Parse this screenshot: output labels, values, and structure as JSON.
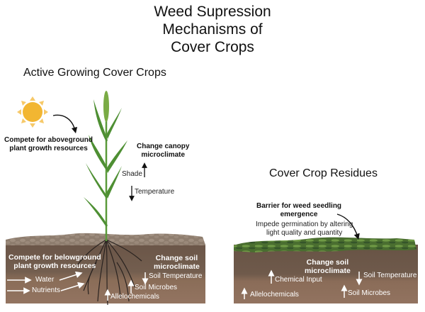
{
  "title": [
    "Weed Supression",
    "Mechanisms of",
    "Cover Crops"
  ],
  "active": {
    "heading": "Active Growing Cover Crops",
    "aboveground": [
      "Compete for aboveground",
      "plant growth resources"
    ],
    "canopy": [
      "Change canopy",
      "microclimate"
    ],
    "shade": "Shade",
    "temperature": "Temperature",
    "belowground": [
      "Compete for belowground",
      "plant growth resources"
    ],
    "water": "Water",
    "nutrients": "Nutrients",
    "soil_micro": [
      "Change soil",
      "microclimate"
    ],
    "soil_temperature": "Soil Temperature",
    "soil_microbes": "Soil Microbes",
    "allelochemicals": "Allelochemicals"
  },
  "residues": {
    "heading": "Cover Crop Residues",
    "barrier": [
      "Barrier for weed seedling",
      "emergence"
    ],
    "impede": [
      "Impede germination by altering",
      "light quality and quantity"
    ],
    "soil_micro": [
      "Change soil",
      "microclimate"
    ],
    "chemical_input": "Chemical  Input",
    "soil_temperature": "Soil Temperature",
    "allelochemicals": "Allelochemicals",
    "soil_microbes": "Soil Microbes"
  },
  "colors": {
    "sun": "#f2b632",
    "plant": "#5a9a3a",
    "soil_top": "#8a7868",
    "soil_mid": "#6e5a4c",
    "soil_low": "#8c6e5a",
    "mulch": "#4f7a34"
  }
}
